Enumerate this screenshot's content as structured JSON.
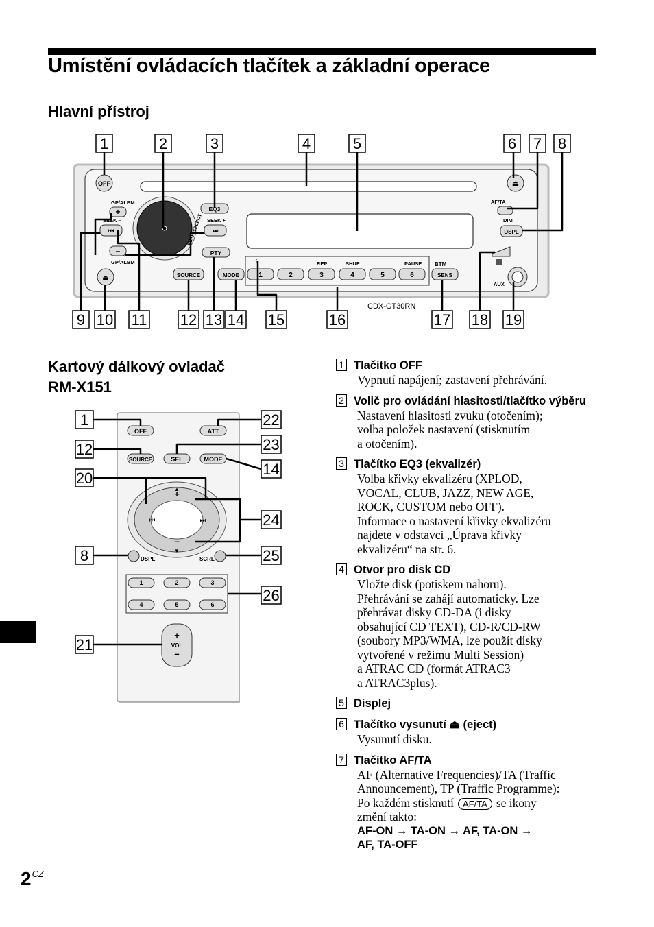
{
  "page_title": "Umístění ovládacích tlačítek a základní operace",
  "main_unit_heading": "Hlavní přístroj",
  "remote_heading": [
    "Kartový dálkový ovladač",
    "RM-X151"
  ],
  "model": "CDX-GT30RN",
  "page_number": "2",
  "page_lang": "CZ",
  "unit_callouts_top": [
    "1",
    "2",
    "3",
    "4",
    "5",
    "6",
    "7",
    "8"
  ],
  "unit_callouts_bottom": [
    "9",
    "10",
    "11",
    "12",
    "13",
    "14",
    "15",
    "16",
    "17",
    "18",
    "19"
  ],
  "remote_callouts_left": [
    "1",
    "12",
    "20",
    "8",
    "21"
  ],
  "remote_callouts_right": [
    "22",
    "23",
    "14",
    "24",
    "25",
    "26"
  ],
  "unit_labels": {
    "off": "OFF",
    "gp_albm_top": "GP/ALBM",
    "plus": "+",
    "minus": "–",
    "seek_minus": "SEEK –",
    "seek_plus": "SEEK +",
    "gp_albm_bottom": "GP/ALBM",
    "eq3": "EQ3",
    "pty": "PTY",
    "source": "SOURCE",
    "mode": "MODE",
    "push_select": "PUSH SELECT",
    "presets": [
      "1",
      "2",
      "3",
      "4",
      "5",
      "6"
    ],
    "rep": "REP",
    "shuf": "SHUF",
    "pause": "PAUSE",
    "btm": "BTM",
    "sens": "SENS",
    "af_ta": "AF/TA",
    "dim": "DIM",
    "dspl": "DSPL",
    "aux": "AUX",
    "eject": "⏏",
    "prev": "⏮",
    "next": "⏭"
  },
  "remote_labels": {
    "off": "OFF",
    "att": "ATT",
    "source": "SOURCE",
    "sel": "SEL",
    "mode": "MODE",
    "up": "+",
    "down": "–",
    "dspl": "DSPL",
    "scrl": "SCRL",
    "numbers": [
      "1",
      "2",
      "3",
      "4",
      "5",
      "6"
    ],
    "vol_plus": "+",
    "vol": "VOL",
    "vol_minus": "–"
  },
  "items": [
    {
      "num": "1",
      "title": "Tlačítko OFF",
      "body": [
        "Vypnutí napájení; zastavení přehrávání."
      ]
    },
    {
      "num": "2",
      "title": "Volič pro ovládání hlasitosti/tlačítko výběru",
      "body": [
        "Nastavení hlasitosti zvuku (otočením);",
        "volba položek nastavení (stisknutím",
        "a otočením)."
      ]
    },
    {
      "num": "3",
      "title": "Tlačítko EQ3 (ekvalizér)",
      "body": [
        "Volba křivky ekvalizéru (XPLOD,",
        "VOCAL, CLUB, JAZZ, NEW AGE,",
        "ROCK, CUSTOM nebo OFF).",
        "Informace o nastavení křivky ekvalizéru",
        "najdete v odstavci „Úprava křivky",
        "ekvalizéru“ na str. 6."
      ]
    },
    {
      "num": "4",
      "title": "Otvor pro disk CD",
      "body": [
        "Vložte disk (potiskem nahoru).",
        "Přehrávání se zahájí automaticky. Lze",
        "přehrávat disky CD-DA (i disky",
        "obsahující CD TEXT), CD-R/CD-RW",
        "(soubory MP3/WMA, lze použít disky",
        "vytvořené v režimu Multi Session)",
        "a ATRAC CD (formát ATRAC3",
        "a ATRAC3plus)."
      ]
    },
    {
      "num": "5",
      "title": "Displej",
      "body": []
    },
    {
      "num": "6",
      "title": "Tlačítko vysunutí ⏏ (eject)",
      "body": [
        "Vysunutí disku."
      ]
    },
    {
      "num": "7",
      "title": "Tlačítko AF/TA",
      "body": [
        "AF (Alternative Frequencies)/TA (Traffic",
        "Announcement), TP (Traffic Programme):"
      ]
    }
  ],
  "item7_extra": {
    "press_prefix": "Po každém stisknutí",
    "key_label": "AF/TA",
    "press_suffix": "se ikony",
    "line_after": "změní takto:",
    "sequence_1": "AF-ON → TA-ON → AF, TA-ON →",
    "sequence_2": "AF, TA-OFF"
  }
}
